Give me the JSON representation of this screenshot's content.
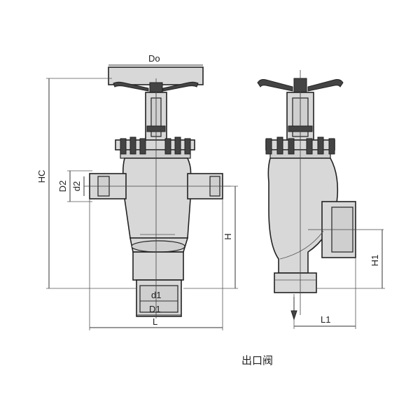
{
  "labels": {
    "do": "Do",
    "hc": "HC",
    "d2_upper": "D2",
    "d2_lower": "d2",
    "h": "H",
    "d1_lower": "d1",
    "d1_upper": "D1",
    "l": "L",
    "h1": "H1",
    "l1": "L1"
  },
  "caption": "出口阀"
}
